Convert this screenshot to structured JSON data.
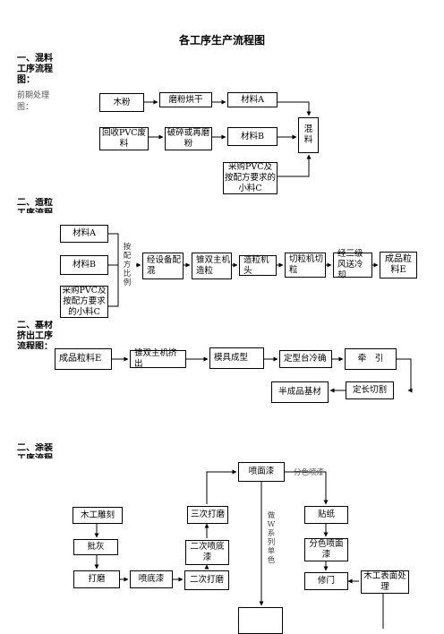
{
  "title": "各工序生产流程图",
  "sections": {
    "s1": "一、混料工序流程图：",
    "s1_note": "前期处理图：",
    "s2": "二、造粒工序流程图",
    "s3": "二、基材挤出工序流程图：",
    "s4": "二、涂装工序流程"
  },
  "mix": {
    "wood": "木粉",
    "dry": "磨粉烘干",
    "matA": "材料A",
    "pvc": "回收PVC废料",
    "crush": "破碎或再磨粉",
    "matB": "材料B",
    "buy": "采购PVC及按配方要求的小料C",
    "blend": "混料"
  },
  "pellet": {
    "matA": "材料A",
    "matB": "材料B",
    "matC": "采购PVC及按配方要求的小料C",
    "ratio": "按配方比例",
    "mixer": "经设备配混",
    "extruder": "锥双主机造粒",
    "head": "造粒机头",
    "cut": "切粒机切粒",
    "cool": "经三级风送冷却",
    "product": "成品粒料E"
  },
  "extrude": {
    "input": "成品粒料E",
    "extruder": "锥双主机挤出",
    "mold": "模具成型",
    "cooling": "定型台冷确",
    "pull": "牵　引",
    "cut": "定长切割",
    "semi": "半成品基材"
  },
  "coat": {
    "top": "喷面漆",
    "split": "分色喷漆",
    "carve": "木工雕刻",
    "putty": "批灰",
    "sand1": "打磨",
    "primer": "喷底漆",
    "sand2": "二次打磨",
    "primer2": "二次喷底漆",
    "sand3": "三次打磨",
    "single": "做W系列单色",
    "paper": "贴纸",
    "split2": "分色喷面漆",
    "repair": "修门",
    "surface": "木工表面处理"
  }
}
